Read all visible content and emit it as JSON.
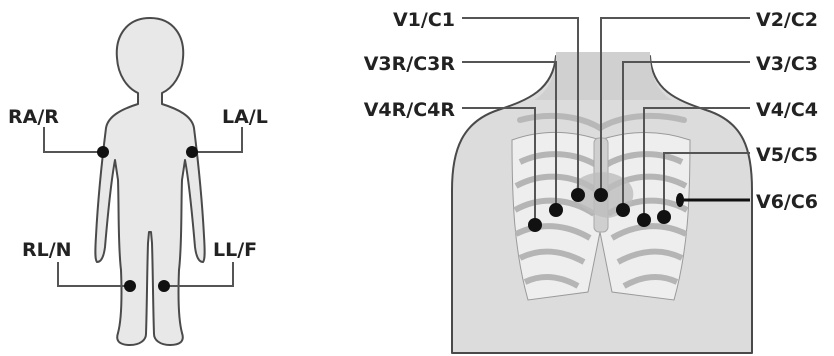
{
  "limb_leads": {
    "ra": "RA/R",
    "la": "LA/L",
    "rl": "RL/N",
    "ll": "LL/F"
  },
  "chest_leads": {
    "v1": "V1/C1",
    "v2": "V2/C2",
    "v3r": "V3R/C3R",
    "v3": "V3/C3",
    "v4r": "V4R/C4R",
    "v4": "V4/C4",
    "v5": "V5/C5",
    "v6": "V6/C6"
  },
  "colors": {
    "body_fill": "#e8e8e8",
    "body_stroke": "#4a4a4a",
    "skin_fill": "#dcdcdc",
    "rib_fill": "#f4f4f4",
    "lead_line": "#555555",
    "electrode": "#111111",
    "label_text": "#222222"
  }
}
